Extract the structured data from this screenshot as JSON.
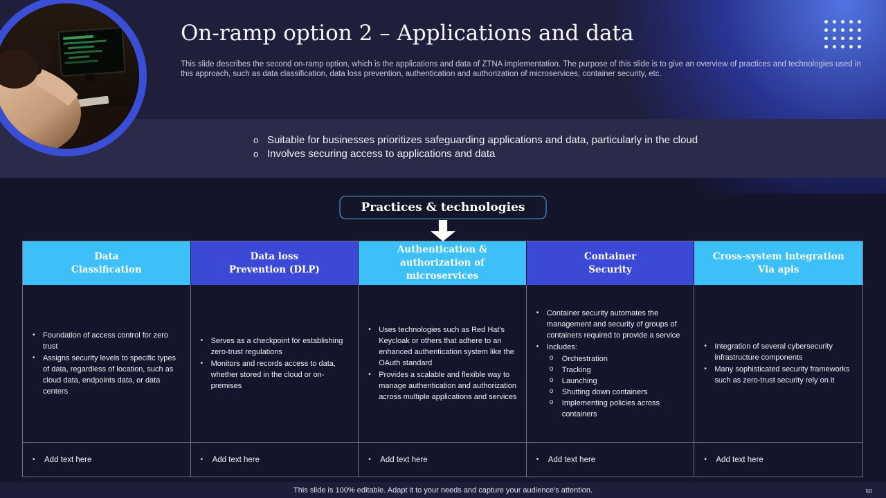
{
  "slide": {
    "title": "On-ramp option 2 – Applications and data",
    "subtitle": "This slide describes the second on-ramp option, which is the applications and data of ZTNA implementation. The purpose of this slide is to give an overview of practices and technologies used in this approach, such as data classification, data loss prevention, authentication and authorization of microservices, container security, etc.",
    "footer": "This slide is 100% editable. Adapt it to your needs and capture your audience's attention.",
    "page_number": "50"
  },
  "intro": {
    "bullets": [
      "Suitable for businesses prioritizes safeguarding applications and data, particularly in the cloud",
      "Involves securing access to applications and data"
    ]
  },
  "banner": {
    "label": "Practices & technologies"
  },
  "icons": {
    "dots_grid": "dots-grid-icon",
    "arrow_down": "arrow-down-icon"
  },
  "colors": {
    "light_blue": "#3CC0F7",
    "indigo": "#3C49D6",
    "ring_blue": "#3B4FD6",
    "header_band": "#1F1F3C",
    "intro_band": "#2A2A4A",
    "body_bg": "#14142B"
  },
  "table": {
    "add_text": "Add text here",
    "columns": [
      {
        "header_lines": [
          "Data",
          "Classification"
        ],
        "bullets": [
          "Foundation of access control for zero trust",
          "Assigns security levels to specific types of data, regardless of location, such as cloud data, endpoints data, or data centers"
        ]
      },
      {
        "header_lines": [
          "Data loss",
          "Prevention (DLP)"
        ],
        "bullets": [
          "Serves as a checkpoint for establishing zero-trust regulations",
          "Monitors and records access to data, whether stored in the cloud or on-premises"
        ]
      },
      {
        "header_lines": [
          "Authentication &",
          "authorization of",
          "microservices"
        ],
        "bullets": [
          "Uses technologies such as Red Hat's Keycloak or others that adhere to an enhanced authentication system like the OAuth standard",
          "Provides a scalable and flexible way to manage authentication and authorization across multiple applications and services"
        ]
      },
      {
        "header_lines": [
          "Container",
          "Security"
        ],
        "bullets": [
          "Container security automates the management and security of groups of containers required to provide a service",
          "Includes:"
        ],
        "sub_bullets": [
          "Orchestration",
          "Tracking",
          "Launching",
          "Shutting down containers",
          "Implementing policies across containers"
        ]
      },
      {
        "header_lines": [
          "Cross-system integration",
          "Via apis"
        ],
        "bullets": [
          "Integration of several cybersecurity infrastructure components",
          "Many sophisticated security frameworks such as zero-trust security rely on it"
        ]
      }
    ]
  }
}
